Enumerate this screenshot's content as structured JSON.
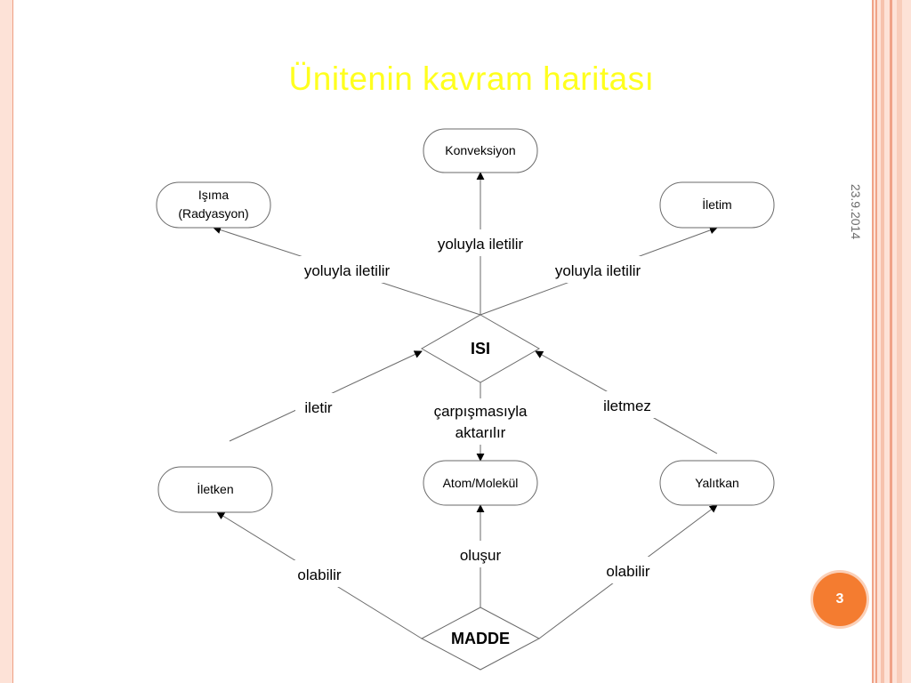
{
  "slide": {
    "title": "Ünitenin kavram haritası",
    "date": "23.9.2014",
    "page_number": "3"
  },
  "diagram": {
    "hubs": {
      "isi": "ISI",
      "madde": "MADDE"
    },
    "nodes": {
      "konveksiyon": "Konveksiyon",
      "isima_line1": "Işıma",
      "isima_line2": "(Radyasyon)",
      "iletim": "İletim",
      "iletken": "İletken",
      "atom": "Atom/Molekül",
      "yalitkan": "Yalıtkan"
    },
    "edges": {
      "to_konveksiyon": "yoluyla iletilir",
      "to_isima": "yoluyla iletilir",
      "to_iletim": "yoluyla iletilir",
      "iletken_to_isi": "iletir",
      "isi_to_atom_line1": "çarpışmasıyla",
      "isi_to_atom_line2": "aktarılır",
      "yalitkan_to_isi": "iletmez",
      "madde_to_iletken": "olabilir",
      "madde_to_atom": "oluşur",
      "madde_to_yalitkan": "olabilir"
    }
  },
  "colors": {
    "title": "#ffff1e",
    "badge": "#f47c30",
    "frame": "#fde2d7",
    "lines": "#555555"
  }
}
